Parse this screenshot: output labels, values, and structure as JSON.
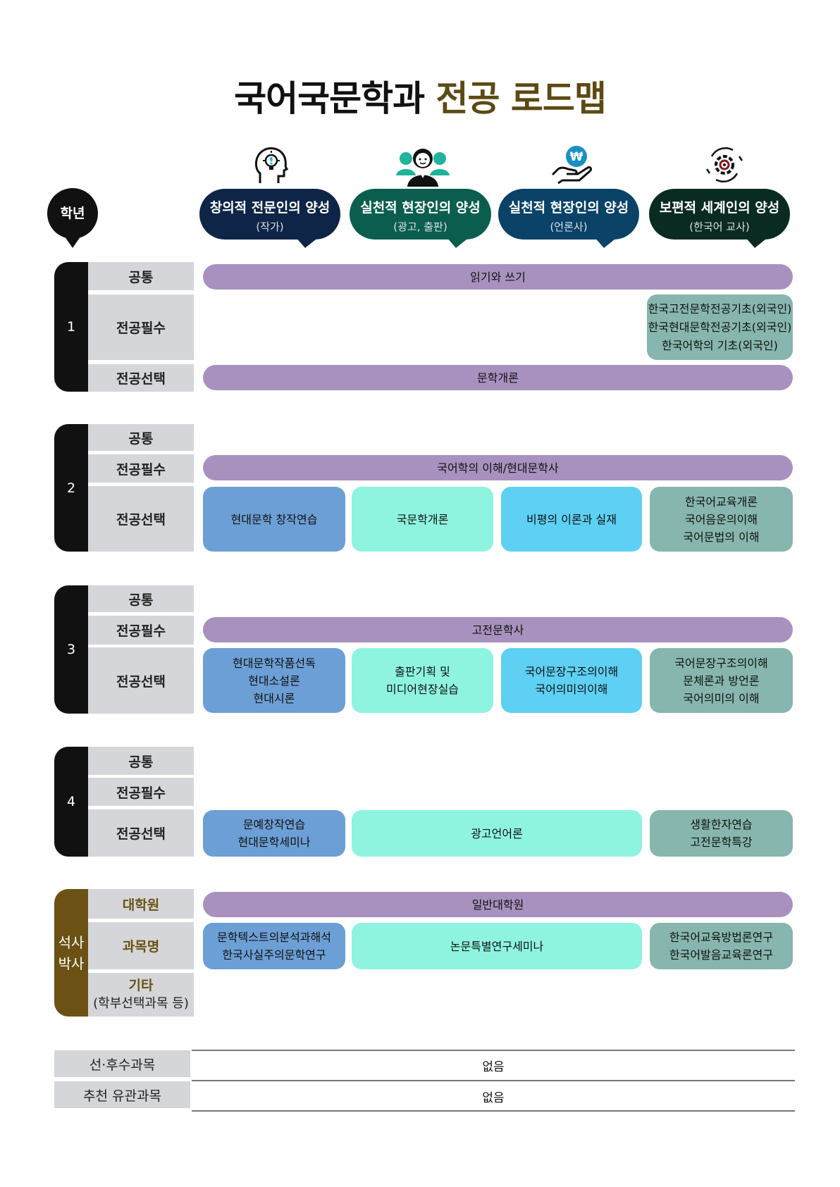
{
  "title": {
    "part1": "국어국문학과",
    "part2": "전공 로드맵"
  },
  "grade_label": "학년",
  "tracks": [
    {
      "title": "창의적 전문인의 양성",
      "sub": "(작가)",
      "color": "#0e2547"
    },
    {
      "title": "실천적 현장인의 양성",
      "sub": "(광고, 출판)",
      "color": "#0b5e4e"
    },
    {
      "title": "실천적 현장인의 양성",
      "sub": "(언론사)",
      "color": "#0a4268"
    },
    {
      "title": "보편적 세계인의 양성",
      "sub": "(한국어 교사)",
      "color": "#0a2b22"
    }
  ],
  "years": [
    {
      "label": "1",
      "rows": [
        "공통",
        "전공필수",
        "전공선택"
      ],
      "common": "읽기와 쓰기",
      "required": [
        "한국고전문학전공기초(외국인)",
        "한국현대문학전공기초(외국인)",
        "한국어학의 기초(외국인)"
      ],
      "elective": "문학개론"
    },
    {
      "label": "2",
      "rows": [
        "공통",
        "전공필수",
        "전공선택"
      ],
      "required": "국어학의 이해/현대문학사",
      "electives": [
        [
          "현대문학 창작연습"
        ],
        [
          "국문학개론"
        ],
        [
          "비평의 이론과 실재"
        ],
        [
          "한국어교육개론",
          "국어음운의이해",
          "국어문법의 이해"
        ]
      ]
    },
    {
      "label": "3",
      "rows": [
        "공통",
        "전공필수",
        "전공선택"
      ],
      "required": "고전문학사",
      "electives": [
        [
          "현대문학작품선독",
          "현대소설론",
          "현대시론"
        ],
        [
          "출판기획 및",
          "미디어현장실습"
        ],
        [
          "국어문장구조의이해",
          "국어의미의이해"
        ],
        [
          "국어문장구조의이해",
          "문체론과 방언론",
          "국어의미의 이해"
        ]
      ]
    },
    {
      "label": "4",
      "rows": [
        "공통",
        "전공필수",
        "전공선택"
      ],
      "electives": [
        [
          "문예창작연습",
          "현대문학세미나"
        ],
        [
          "광고언어론"
        ],
        [
          "생활한자연습",
          "고전문학특강"
        ]
      ]
    }
  ],
  "graduate": {
    "label_lines": [
      "석사",
      "박사"
    ],
    "rows": {
      "school": "대학원",
      "course": "과목명",
      "etc": "기타",
      "etc_sub": "(학부선택과목 등)"
    },
    "school": "일반대학원",
    "courses": [
      [
        "문학텍스트의분석과해석",
        "한국사실주의문학연구"
      ],
      [
        "논문특별연구세미나"
      ],
      [
        "한국어교육방법론연구",
        "한국어발음교육론연구"
      ]
    ]
  },
  "bottom": [
    {
      "label": "선·후수과목",
      "value": "없음"
    },
    {
      "label": "추천 유관과목",
      "value": "없음"
    }
  ]
}
